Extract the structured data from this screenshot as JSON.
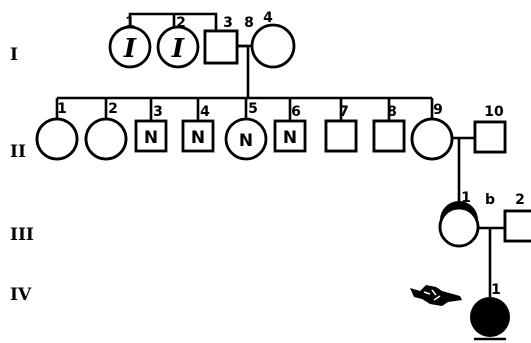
{
  "generations": [
    "I",
    "II",
    "III",
    "IV"
  ],
  "gen1": {
    "numbers": [
      "1",
      "2",
      "3",
      "4"
    ],
    "twin_marks": [
      "I",
      "I"
    ],
    "union_label": "8"
  },
  "gen2": {
    "numbers": [
      "1",
      "2",
      "3",
      "4",
      "5",
      "6",
      "7",
      "8",
      "9",
      "10"
    ],
    "normal_mark": "N"
  },
  "gen3": {
    "numbers": [
      "1",
      "2"
    ],
    "union_label": "b"
  },
  "gen4": {
    "numbers": [
      "1"
    ]
  }
}
